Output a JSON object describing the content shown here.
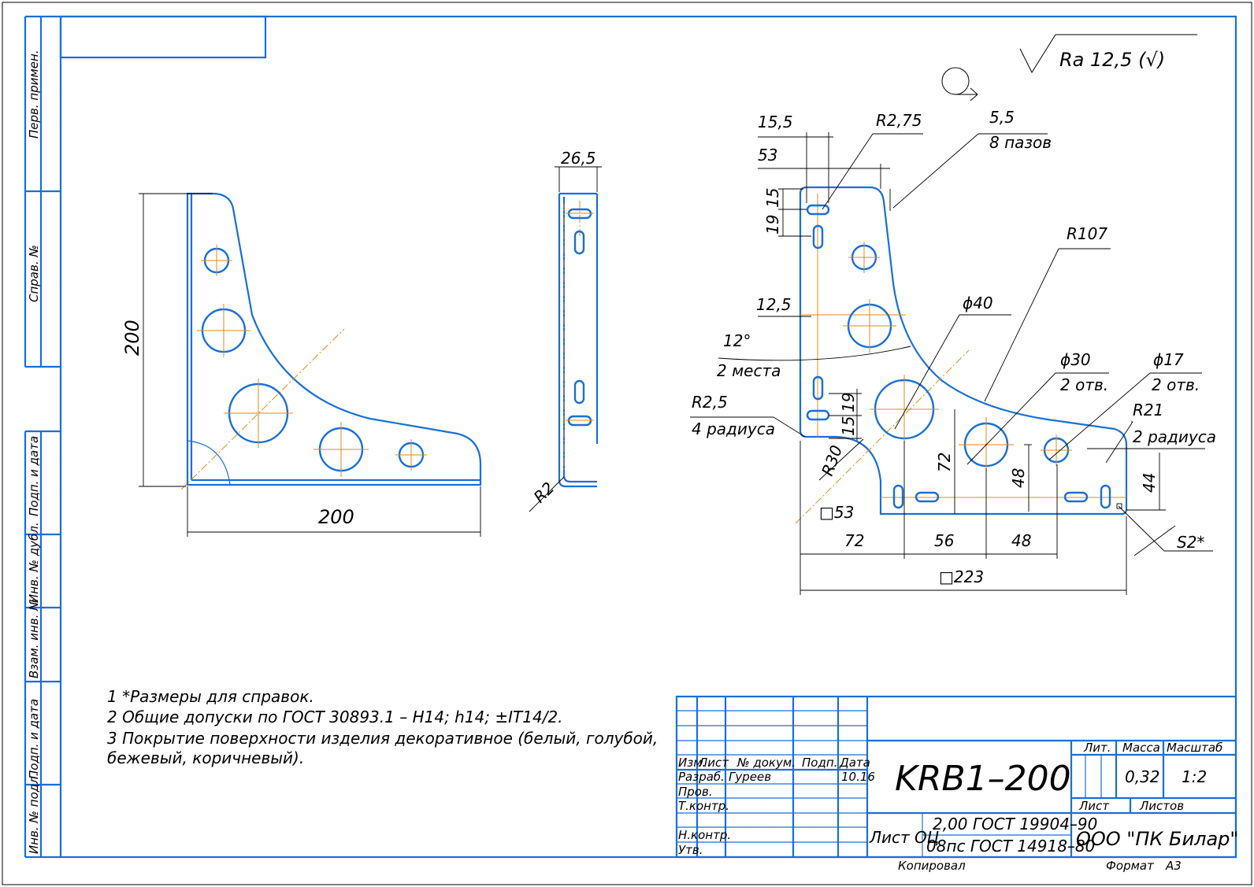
{
  "side_labels": [
    "Перв. примен.",
    "Справ. №",
    "Подп. и дата",
    "Инв. № дубл.",
    "Взам. инв. №",
    "Подп. и дата",
    "Инв. № подл."
  ],
  "roughness": "Ra 12,5 (√)",
  "front_view": {
    "dims": {
      "height": "200",
      "width": "200"
    }
  },
  "side_view": {
    "dims": {
      "thickness": "26,5",
      "bend_radius": "R2"
    }
  },
  "flat_view": {
    "dims": {
      "d15_5": "15,5",
      "r2_75": "R2,75",
      "slot_w": "5,5",
      "slot_count": "8 пазов",
      "d53": "53",
      "d15a": "15",
      "d19a": "19",
      "r107": "R107",
      "d12_5": "12,5",
      "phi40": "ϕ40",
      "angle": "12°",
      "angle_note": "2 места",
      "phi30": "ϕ30",
      "phi30_note": "2 отв.",
      "phi17": "ϕ17",
      "phi17_note": "2 отв.",
      "r2_5": "R2,5",
      "r2_5_note": "4 радиуса",
      "d19b": "19",
      "d15b": "15",
      "r21": "R21",
      "r21_note": "2 радиуса",
      "r30": "R30",
      "d72v": "72",
      "d48v": "48",
      "d44v": "44",
      "sq53": "□53",
      "d72h": "72",
      "d56h": "56",
      "d48h": "48",
      "s2": "S2*",
      "sq223": "□223"
    }
  },
  "notes": [
    "1  *Размеры для справок.",
    "2  Общие допуски по ГОСТ 30893.1 – H14; h14; ±IT14/2.",
    "3  Покрытие  поверхности  изделия  декоративное  (белый,  голубой,",
    "бежевый, коричневый)."
  ],
  "title_block": {
    "headers": [
      "Изм.",
      "Лист",
      "№ докум.",
      "Подп.",
      "Дата"
    ],
    "rows": [
      {
        "role": "Разраб.",
        "name": "Гуреев",
        "date": "10.16"
      },
      {
        "role": "Пров.",
        "name": "",
        "date": ""
      },
      {
        "role": "Т.контр.",
        "name": "",
        "date": ""
      },
      {
        "role": "",
        "name": "",
        "date": ""
      },
      {
        "role": "Н.контр.",
        "name": "",
        "date": ""
      },
      {
        "role": "Утв.",
        "name": "",
        "date": ""
      }
    ],
    "designation": "KRB1–200",
    "material_prefix": "Лист ОЦ",
    "material_top": "2,00 ГОСТ 19904–90",
    "material_bottom": "08пс ГОСТ 14918–80",
    "lit_label": "Лит.",
    "mass_label": "Масса",
    "scale_label": "Масштаб",
    "mass": "0,32",
    "scale": "1:2",
    "sheet_label": "Лист",
    "sheets_label": "Листов",
    "company": "ООО \"ПК Билар\"",
    "copied": "Копировал",
    "format_label": "Формат",
    "format": "А3"
  }
}
